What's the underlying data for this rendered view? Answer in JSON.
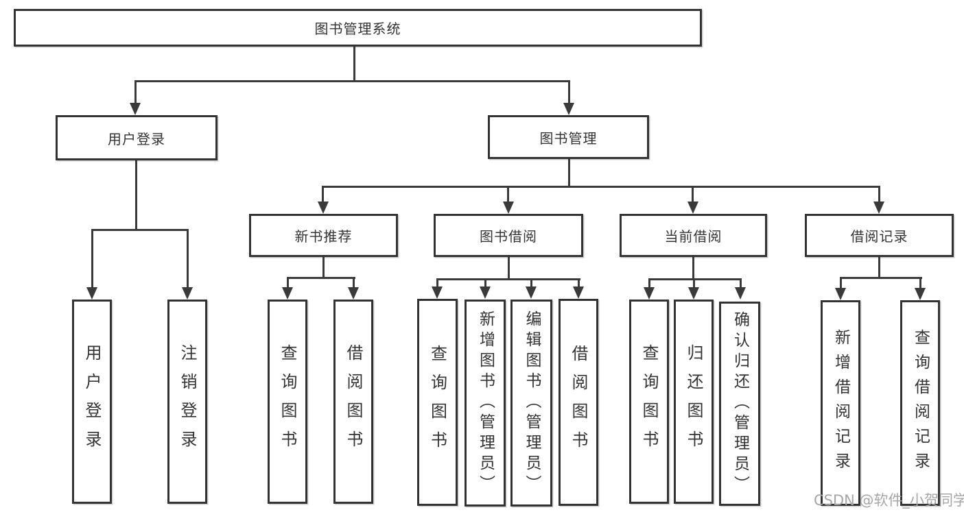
{
  "tree": {
    "label": "图书管理系统",
    "children": [
      {
        "label": "用户登录",
        "children": [
          {
            "label": "用户登录"
          },
          {
            "label": "注销登录"
          }
        ]
      },
      {
        "label": "图书管理",
        "children": [
          {
            "label": "新书推荐",
            "children": [
              {
                "label": "查询图书"
              },
              {
                "label": "借阅图书"
              }
            ]
          },
          {
            "label": "图书借阅",
            "children": [
              {
                "label": "查询图书"
              },
              {
                "label": "新增图书（管理员）"
              },
              {
                "label": "编辑图书（管理员）"
              },
              {
                "label": "借阅图书"
              }
            ]
          },
          {
            "label": "当前借阅",
            "children": [
              {
                "label": "查询图书"
              },
              {
                "label": "归还图书"
              },
              {
                "label": "确认归还（管理员）"
              }
            ]
          },
          {
            "label": "借阅记录",
            "children": [
              {
                "label": "新增借阅记录"
              },
              {
                "label": "查询借阅记录"
              }
            ]
          }
        ]
      }
    ]
  },
  "watermark": {
    "text": "CSDN @软件_小贺同学"
  },
  "colors": {
    "line": "#3a3a3a",
    "box_border": "#333333",
    "text": "#333333",
    "watermark": "#a6a6a6",
    "background": "#ffffff"
  }
}
